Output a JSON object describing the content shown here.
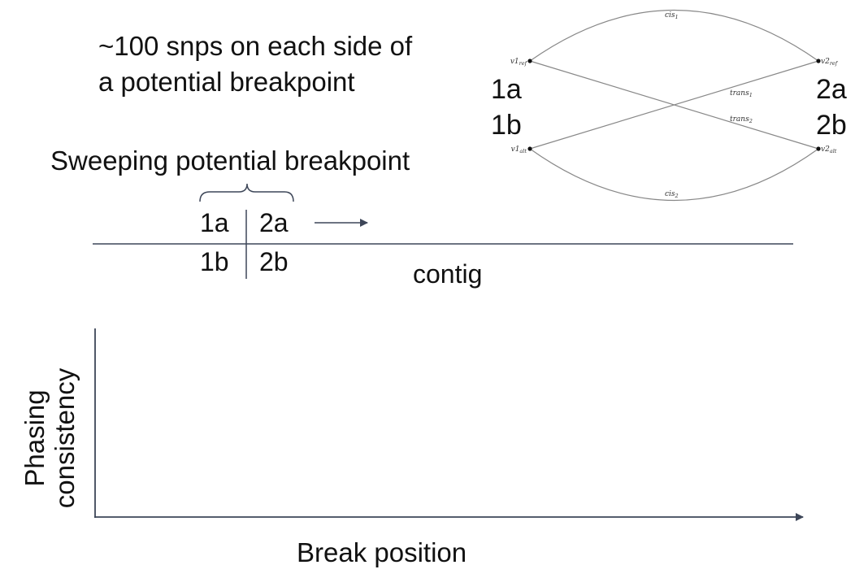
{
  "note": {
    "line1": "~100 snps on each side of",
    "line2": "a potential breakpoint"
  },
  "sweep": {
    "title": "Sweeping potential breakpoint",
    "left_top": "1a",
    "left_bottom": "1b",
    "right_top": "2a",
    "right_bottom": "2b",
    "contig_label": "contig"
  },
  "graph": {
    "left_top": "1a",
    "left_bottom": "1b",
    "right_top": "2a",
    "right_bottom": "2b",
    "nodes": {
      "v1ref": {
        "base": "v1",
        "sub": "ref"
      },
      "v1alt": {
        "base": "v1",
        "sub": "alt"
      },
      "v2ref": {
        "base": "v2",
        "sub": "ref"
      },
      "v2alt": {
        "base": "v2",
        "sub": "alt"
      }
    },
    "edges": {
      "cis1": {
        "base": "cis",
        "sub": "1"
      },
      "cis2": {
        "base": "cis",
        "sub": "2"
      },
      "trans1": {
        "base": "trans",
        "sub": "1"
      },
      "trans2": {
        "base": "trans",
        "sub": "2"
      }
    },
    "edge_color": "#888888",
    "node_color": "#111111"
  },
  "plot": {
    "ylabel_line1": "Phasing",
    "ylabel_line2": "consistency",
    "xlabel": "Break position",
    "axis_color": "#3d4658"
  }
}
